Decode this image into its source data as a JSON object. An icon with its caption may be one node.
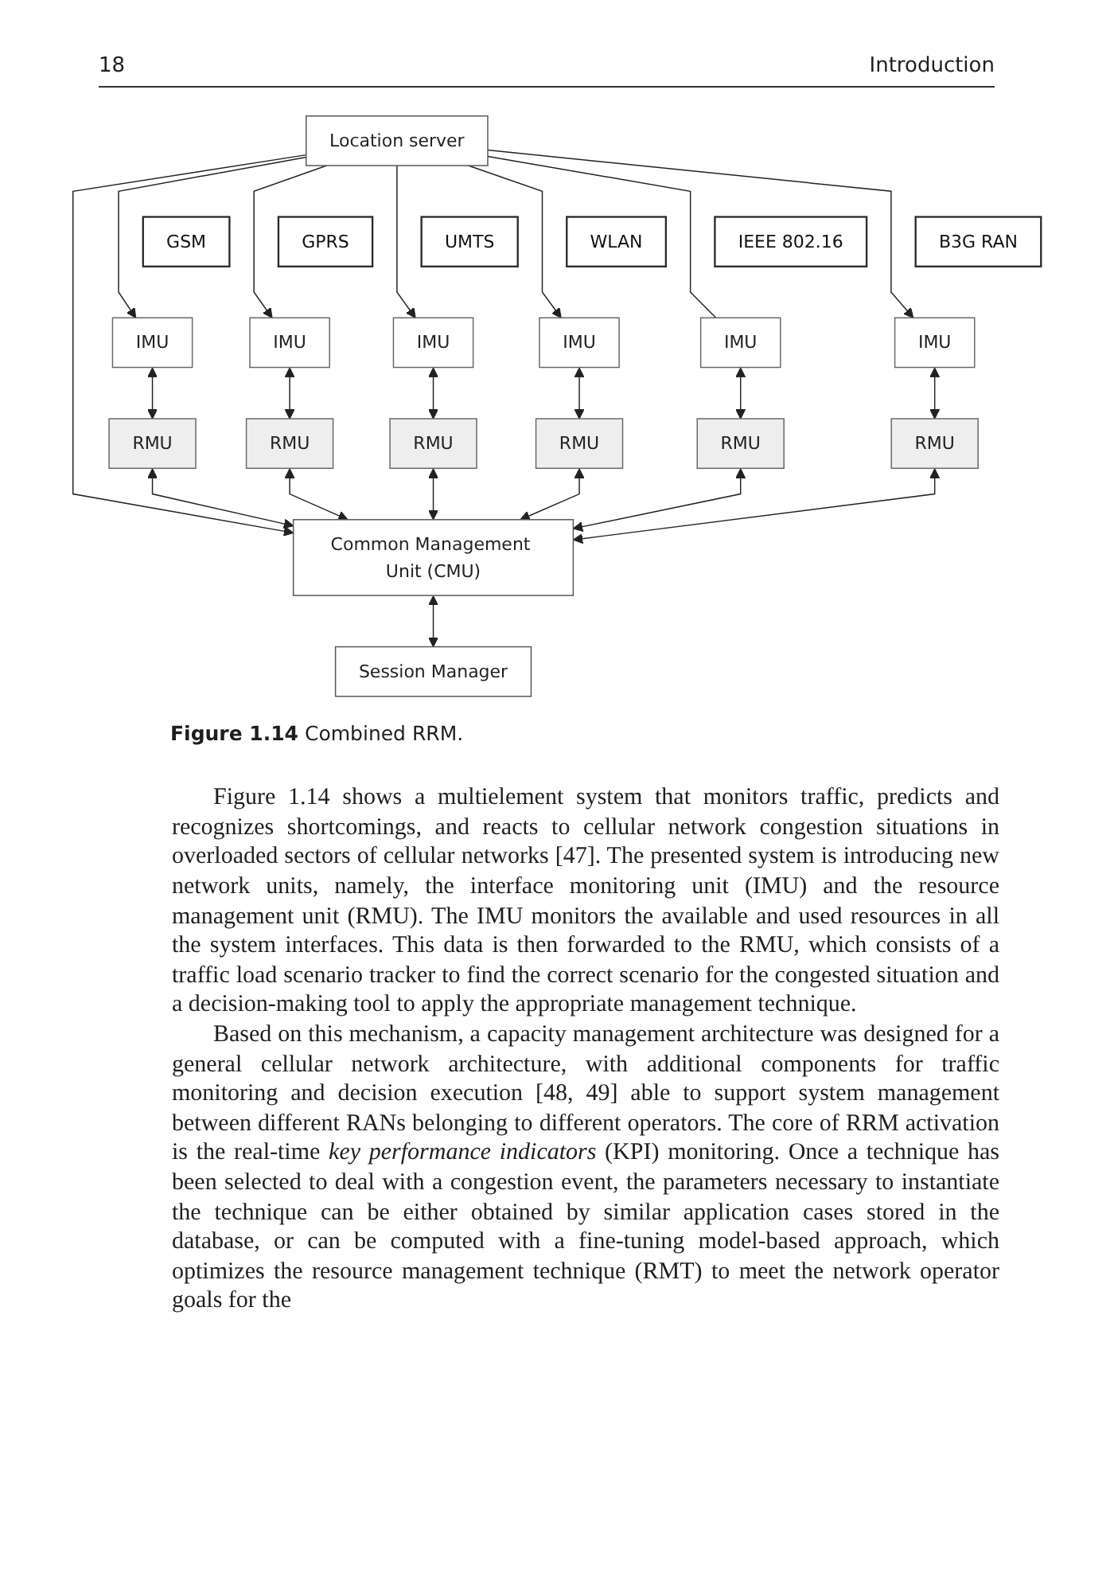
{
  "diagram": {
    "caption": "**Figure 1.14** Combined RRM.",
    "nodes": [
      {
        "text": [
          "Location server"
        ]
      },
      {
        "text": [
          "GSM"
        ]
      },
      {
        "text": [
          "GPRS"
        ]
      },
      {
        "text": [
          "UMTS"
        ]
      },
      {
        "text": [
          "WLAN"
        ]
      },
      {
        "text": [
          "IEEE 802.16"
        ]
      },
      {
        "text": [
          "B3G RAN"
        ]
      },
      {
        "text": [
          "IMU"
        ]
      },
      {
        "text": [
          "IMU"
        ]
      },
      {
        "text": [
          "IMU"
        ]
      },
      {
        "text": [
          "IMU"
        ]
      },
      {
        "text": [
          "IMU"
        ]
      },
      {
        "text": [
          "IMU"
        ]
      },
      {
        "text": [
          "RMU"
        ]
      },
      {
        "text": [
          "RMU"
        ]
      },
      {
        "text": [
          "RMU"
        ]
      },
      {
        "text": [
          "RMU"
        ]
      },
      {
        "text": [
          "RMU"
        ]
      },
      {
        "text": [
          "RMU"
        ]
      },
      {
        "text": [
          "Common Management Unit (CMU)"
        ]
      },
      {
        "text": [
          "Session Manager"
        ]
      }
    ],
    "edges": [
      {
        "from": 0,
        "to": 7,
        "arrow": "to"
      },
      {
        "from": 0,
        "to": 8,
        "arrow": "to"
      },
      {
        "from": 0,
        "to": 9,
        "arrow": "to"
      },
      {
        "from": 0,
        "to": 10,
        "arrow": "to"
      },
      {
        "from": 0,
        "to": 11,
        "arrow": "none"
      },
      {
        "from": 0,
        "to": 12,
        "arrow": "to"
      },
      {
        "from": 0,
        "to": 19,
        "arrow": "to"
      },
      {
        "from": 7,
        "to": 13,
        "arrow": "both"
      },
      {
        "from": 8,
        "to": 14,
        "arrow": "both"
      },
      {
        "from": 9,
        "to": 15,
        "arrow": "both"
      },
      {
        "from": 10,
        "to": 16,
        "arrow": "both"
      },
      {
        "from": 11,
        "to": 17,
        "arrow": "both"
      },
      {
        "from": 12,
        "to": 18,
        "arrow": "both"
      },
      {
        "from": 13,
        "to": 19,
        "arrow": "both"
      },
      {
        "from": 14,
        "to": 19,
        "arrow": "both"
      },
      {
        "from": 15,
        "to": 19,
        "arrow": "both"
      },
      {
        "from": 16,
        "to": 19,
        "arrow": "both"
      },
      {
        "from": 17,
        "to": 19,
        "arrow": "both"
      },
      {
        "from": 18,
        "to": 19,
        "arrow": "both"
      },
      {
        "from": 19,
        "to": 20,
        "arrow": "both"
      }
    ],
    "labels": [
      "18",
      "Introduction",
      "Figure 1.14 shows a multielement system that monitors traffic, predicts and recognizes shortcomings, and reacts to cellular network congestion situations in overloaded sectors of cellular networks [47]. The presented system is introducing new network units, namely, the interface monitoring unit (IMU) and the resource management unit (RMU). The IMU monitors the available and used resources in all the system interfaces. This data is then forwarded to the RMU, which consists of a traffic load scenario tracker to find the correct scenario for the congested situation and a decision-making tool to apply the appropriate management technique.",
      "Based on this mechanism, a capacity management architecture was designed for a general cellular network architecture, with additional components for traffic monitoring and decision execution [48, 49] able to support system management between different RANs belonging to different operators. The core of RRM activation is the real-time *key performance indicators* (KPI) monitoring. Once a technique has been selected to deal with a congestion event, the parameters necessary to instantiate the technique can be either obtained by similar application cases stored in the database, or can be computed with a fine-tuning model-based approach, which optimizes the resource management technique (RMT) to meet the network operator goals for the"
    ]
  }
}
